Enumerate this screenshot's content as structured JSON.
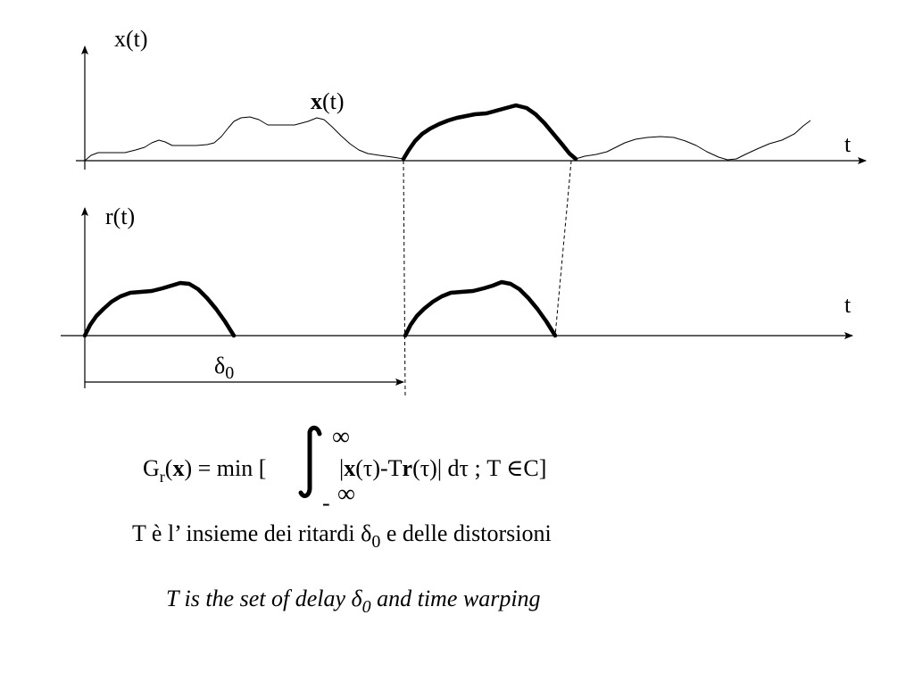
{
  "top_plot": {
    "y_axis_label": "x(t)",
    "x_axis_label": "t",
    "signal_label_bold": "x",
    "signal_label_rest": "(t)"
  },
  "bottom_plot": {
    "y_axis_label": "r(t)",
    "x_axis_label": "t",
    "delay_symbol": "δ",
    "delay_subscript": "0"
  },
  "formula": {
    "lhs_g": "G",
    "lhs_sub": "r",
    "lhs_open": "(",
    "lhs_x": "x",
    "lhs_close": ") = min [",
    "upper_limit": "∞",
    "lower_minus": "-",
    "lower_limit": "∞",
    "integrand_bar": "|",
    "integrand_x": "x",
    "integrand_mid": "(τ)-T",
    "integrand_r": "r",
    "integrand_end": "(τ)| dτ ; T ∈C]"
  },
  "caption_italian": {
    "before": "T è l’ insieme dei ritardi δ",
    "sub": "0",
    "after": " e delle distorsioni"
  },
  "caption_english": {
    "before": "T is the set of delay δ",
    "sub": "0",
    "after": " and time warping"
  }
}
